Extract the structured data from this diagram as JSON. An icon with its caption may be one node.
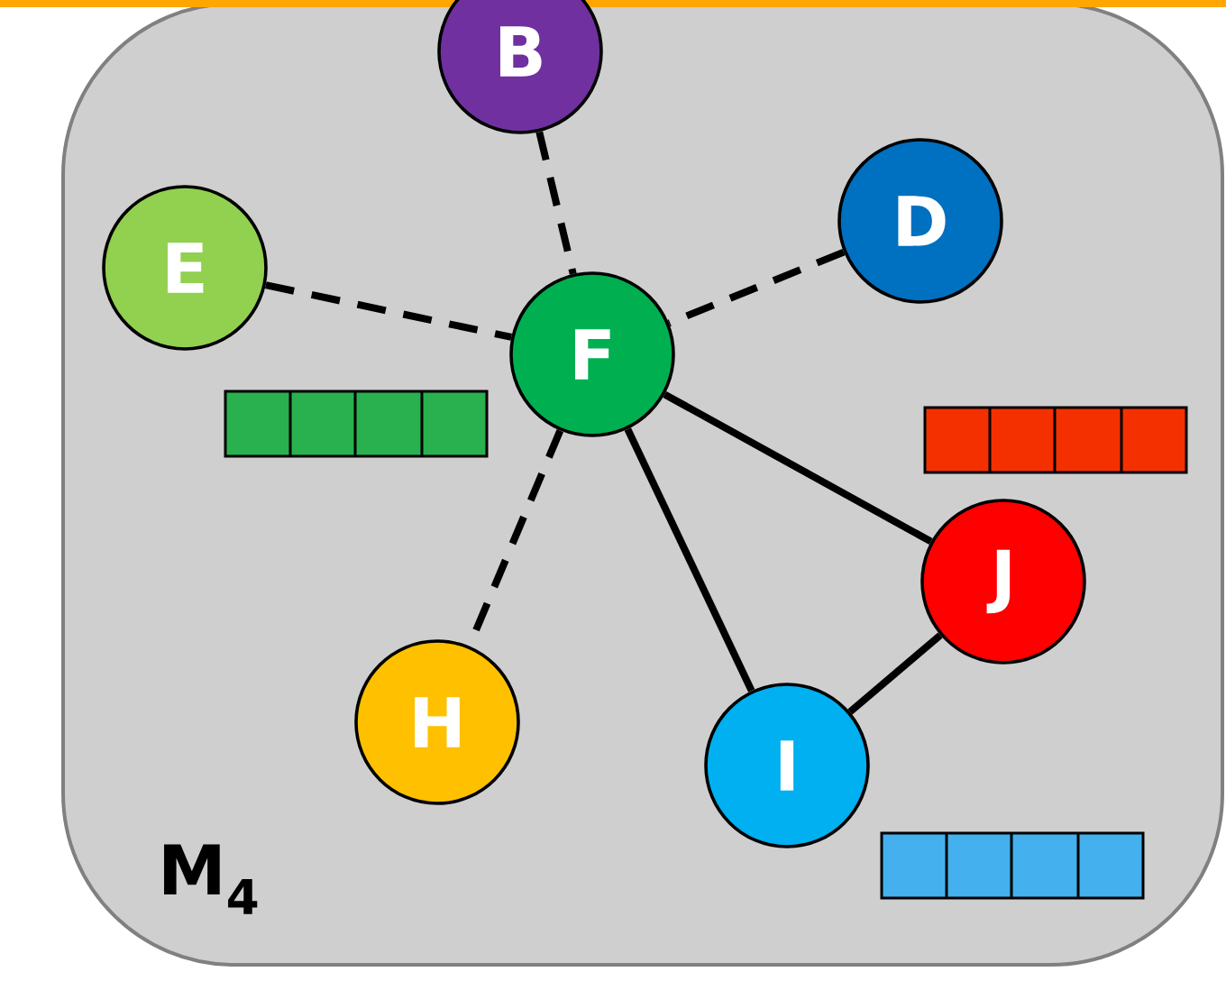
{
  "diagram": {
    "nodes": [
      {
        "text": [
          "M$_{4}$"
        ]
      },
      {
        "text": [
          "B"
        ],
        "in": 0
      },
      {
        "text": [
          "E"
        ],
        "in": 0
      },
      {
        "text": [
          "D"
        ],
        "in": 0
      },
      {
        "text": [
          "F"
        ],
        "in": 0
      },
      {
        "text": [
          "J"
        ],
        "in": 0
      },
      {
        "text": [
          "H"
        ],
        "in": 0
      },
      {
        "text": [
          "I"
        ],
        "in": 0
      }
    ],
    "edges": [
      {
        "from": 1,
        "to": 4,
        "arrow": "none",
        "style": "dashed"
      },
      {
        "from": 2,
        "to": 4,
        "arrow": "none",
        "style": "dashed"
      },
      {
        "from": 3,
        "to": 4,
        "arrow": "none",
        "style": "dashed"
      },
      {
        "from": 4,
        "to": 6,
        "arrow": "none",
        "style": "dashed"
      },
      {
        "from": 4,
        "to": 5,
        "arrow": "none"
      },
      {
        "from": 4,
        "to": 7,
        "arrow": "none"
      },
      {
        "from": 7,
        "to": 5,
        "arrow": "none"
      }
    ]
  }
}
